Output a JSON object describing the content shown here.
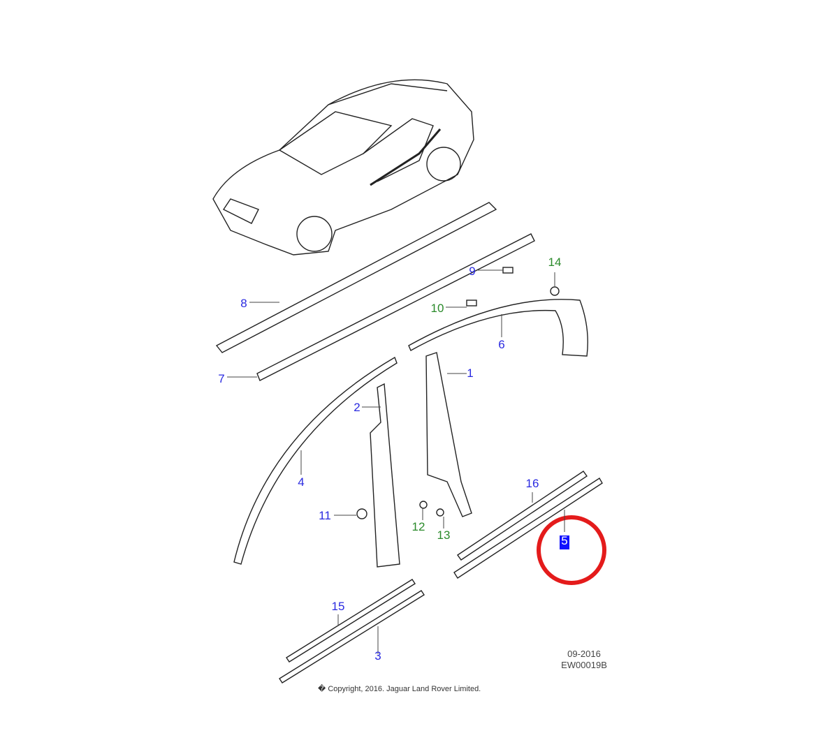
{
  "diagram": {
    "callouts": [
      {
        "id": "1",
        "text": "1",
        "color": "blue"
      },
      {
        "id": "2",
        "text": "2",
        "color": "blue"
      },
      {
        "id": "3",
        "text": "3",
        "color": "blue"
      },
      {
        "id": "4",
        "text": "4",
        "color": "blue"
      },
      {
        "id": "5",
        "text": "5",
        "color": "highlight"
      },
      {
        "id": "6",
        "text": "6",
        "color": "blue"
      },
      {
        "id": "7",
        "text": "7",
        "color": "blue"
      },
      {
        "id": "8",
        "text": "8",
        "color": "blue"
      },
      {
        "id": "9",
        "text": "9",
        "color": "blue"
      },
      {
        "id": "10",
        "text": "10",
        "color": "green"
      },
      {
        "id": "11",
        "text": "11",
        "color": "blue"
      },
      {
        "id": "12",
        "text": "12",
        "color": "green"
      },
      {
        "id": "13",
        "text": "13",
        "color": "green"
      },
      {
        "id": "14",
        "text": "14",
        "color": "green"
      },
      {
        "id": "15",
        "text": "15",
        "color": "blue"
      },
      {
        "id": "16",
        "text": "16",
        "color": "blue"
      }
    ],
    "date": "09-2016",
    "code": "EW00019B",
    "copyright": "� Copyright, 2016. Jaguar Land Rover Limited."
  },
  "colors": {
    "blue": "#2a2ae0",
    "green": "#2a8a2a",
    "highlight_bg": "#1010ff",
    "highlight_text": "#ffffff",
    "circle": "#e41b1b"
  }
}
